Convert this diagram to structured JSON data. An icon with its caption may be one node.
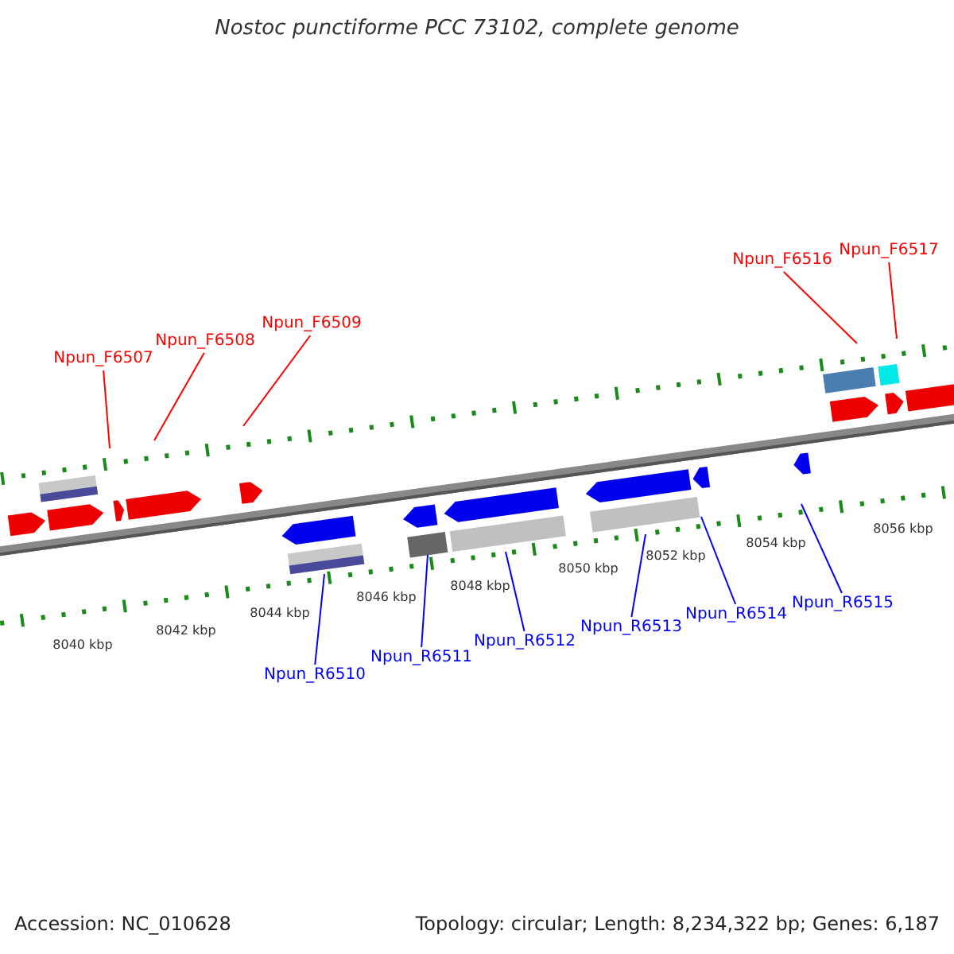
{
  "diagram": {
    "title": "Nostoc punctiforme PCC 73102, complete genome",
    "nodes": [
      {
        "text": [
          "Npun_F6507"
        ]
      },
      {
        "text": [
          "Npun_F6508"
        ]
      },
      {
        "text": [
          "Npun_F6509"
        ]
      },
      {
        "text": [
          "Npun_F6516"
        ]
      },
      {
        "text": [
          "Npun_F6517"
        ]
      },
      {
        "text": [
          "Npun_R6510"
        ]
      },
      {
        "text": [
          "Npun_R6511"
        ]
      },
      {
        "text": [
          "Npun_R6512"
        ]
      },
      {
        "text": [
          "Npun_R6513"
        ]
      },
      {
        "text": [
          "Npun_R6514"
        ]
      },
      {
        "text": [
          "Npun_R6515"
        ]
      }
    ],
    "edges": [
      {
        "from": 0,
        "to": null,
        "arrow": "none",
        "color": "#ff0000"
      },
      {
        "from": 1,
        "to": null,
        "arrow": "none",
        "color": "#ff0000"
      },
      {
        "from": 2,
        "to": null,
        "arrow": "none",
        "color": "#ff0000"
      },
      {
        "from": 3,
        "to": null,
        "arrow": "none",
        "color": "#ff0000"
      },
      {
        "from": 4,
        "to": null,
        "arrow": "none",
        "color": "#ff0000"
      },
      {
        "from": 5,
        "to": null,
        "arrow": "none"
      },
      {
        "from": 6,
        "to": null,
        "arrow": "none"
      },
      {
        "from": 7,
        "to": null,
        "arrow": "none"
      },
      {
        "from": 8,
        "to": null,
        "arrow": "none"
      },
      {
        "from": 9,
        "to": null,
        "arrow": "none"
      },
      {
        "from": 10,
        "to": null,
        "arrow": "none"
      }
    ],
    "labels": [
      "8040 kbp",
      "8042 kbp",
      "8044 kbp",
      "8046 kbp",
      "8048 kbp",
      "8050 kbp",
      "8052 kbp",
      "8054 kbp",
      "8056 kbp",
      "Accession: NC_010628",
      "Topology: circular; Length: 8,234,322 bp; Genes: 6,187"
    ]
  }
}
